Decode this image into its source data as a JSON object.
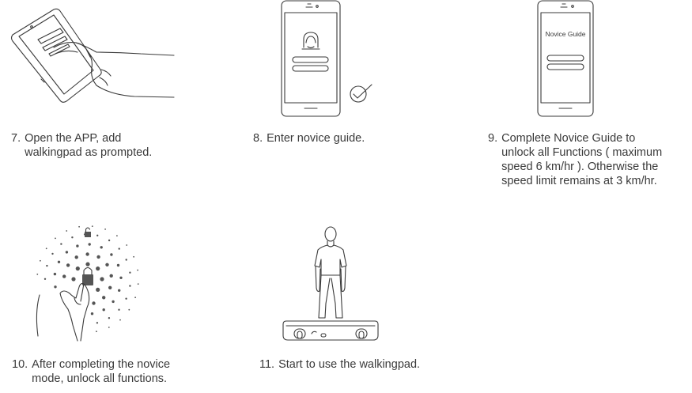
{
  "steps": [
    {
      "number": "7.",
      "text": "Open the APP,  add\nwalkingpad as prompted."
    },
    {
      "number": "8.",
      "text": "Enter novice guide."
    },
    {
      "number": "9.",
      "text": "Complete Novice Guide to\nunlock all Functions ( maximum\nspeed 6 km/hr ). Otherwise the\nspeed limit remains at 3 km/hr."
    },
    {
      "number": "10.",
      "text": "After completing the novice\nmode, unlock all functions."
    },
    {
      "number": "11.",
      "text": "Start to use the walkingpad."
    }
  ],
  "phone_screen_label": "Novice Guide",
  "icons": {
    "step7": "hand-holding-phone-icon",
    "step8": "phone-with-profile-and-check-icon",
    "step9": "phone-novice-guide-icon",
    "step10": "hand-tapping-unlock-icon",
    "step11": "person-standing-on-walkingpad-icon"
  },
  "colors": {
    "line": "#3a3a3a",
    "text": "#3a3a3a",
    "dots": "#555555"
  }
}
